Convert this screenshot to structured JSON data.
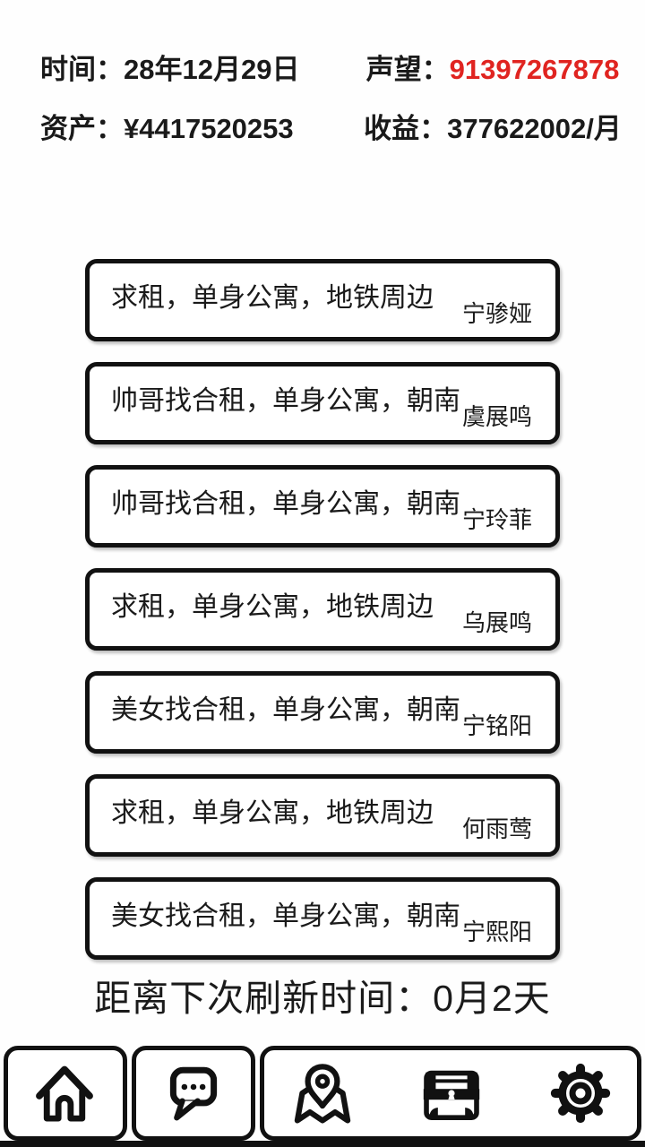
{
  "colors": {
    "background": "#fefefe",
    "ink": "#1a1a1a",
    "card_border": "#111111",
    "reputation_red": "#e02420"
  },
  "header": {
    "time": {
      "label": "时间：",
      "value": "28年12月29日"
    },
    "reputation": {
      "label": "声望：",
      "value": "91397267878",
      "value_color": "#e02420"
    },
    "assets": {
      "label": "资产：",
      "value": "¥4417520253"
    },
    "income": {
      "label": "收益：",
      "value": "377622002/月"
    }
  },
  "listings": [
    {
      "title": "求租，单身公寓，地铁周边",
      "name": "宁骖娅"
    },
    {
      "title": "帅哥找合租，单身公寓，朝南",
      "name": "虞展鸣"
    },
    {
      "title": "帅哥找合租，单身公寓，朝南",
      "name": "宁玲菲"
    },
    {
      "title": "求租，单身公寓，地铁周边",
      "name": "乌展鸣"
    },
    {
      "title": "美女找合租，单身公寓，朝南",
      "name": "宁铭阳"
    },
    {
      "title": "求租，单身公寓，地铁周边",
      "name": "何雨莺"
    },
    {
      "title": "美女找合租，单身公寓，朝南",
      "name": "宁熙阳"
    }
  ],
  "refresh_text": "距离下次刷新时间：0月2天",
  "nav": {
    "items": [
      {
        "id": "home",
        "icon": "home-icon"
      },
      {
        "id": "chat",
        "icon": "chat-icon"
      },
      {
        "id": "map",
        "icon": "map-icon"
      },
      {
        "id": "chest",
        "icon": "chest-icon"
      },
      {
        "id": "settings",
        "icon": "gear-icon"
      }
    ]
  }
}
